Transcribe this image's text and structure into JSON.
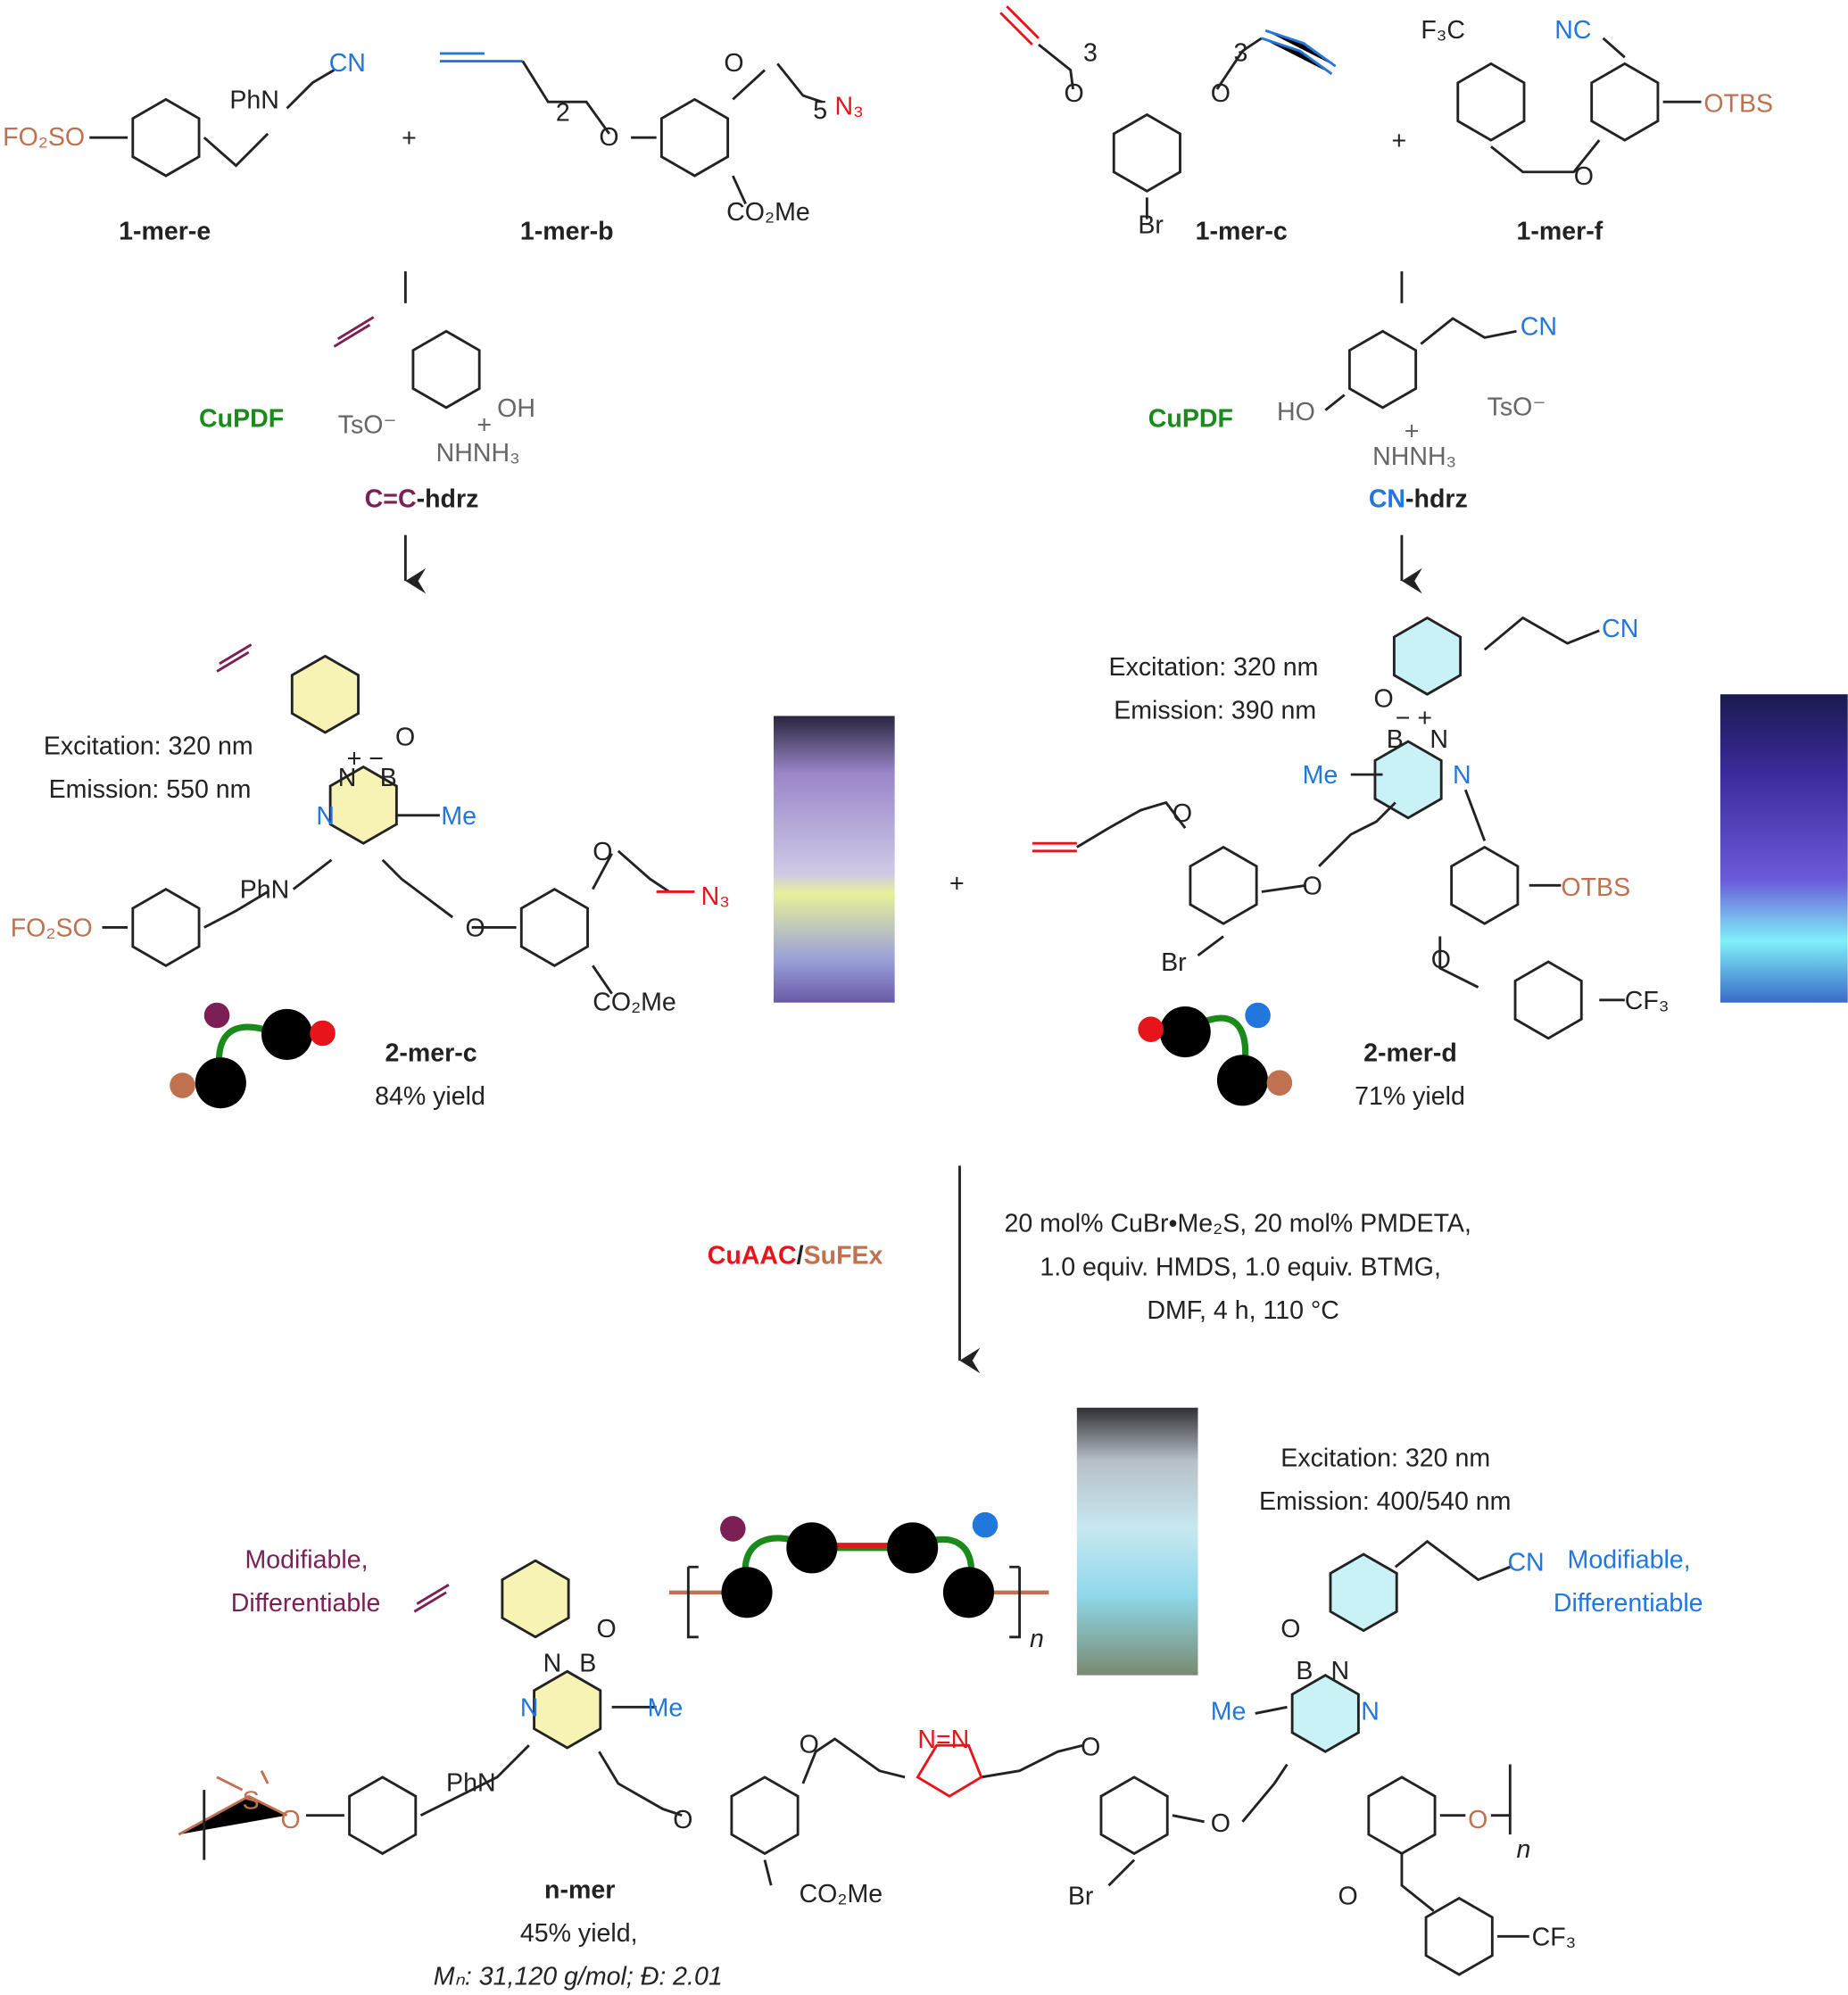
{
  "colors": {
    "sufex": "#c0714f",
    "cn": "#2277dd",
    "cuaac": "#e8141b",
    "cupdf": "#1a8a1a",
    "alkene": "#7b1f54",
    "yellow_ring": "#f6f3b5",
    "cyan_ring": "#c8f2f5"
  },
  "top_left": {
    "mer_e": "1-mer-e",
    "mer_b": "1-mer-b",
    "plus": "+",
    "fo2so": "FO₂SO",
    "phn": "PhN",
    "cn": "CN",
    "n3": "N₃",
    "sub2": "2",
    "sub5": "5",
    "co2me": "CO₂Me",
    "o": "O"
  },
  "top_right": {
    "mer_c": "1-mer-c",
    "mer_f": "1-mer-f",
    "plus": "+",
    "br": "Br",
    "f3c": "F₃C",
    "nc": "NC",
    "otbs": "OTBS",
    "sub3": "3",
    "o": "O"
  },
  "reagent_left": {
    "cupdf": "CuPDF",
    "tso": "TsO⁻",
    "oh": "OH",
    "plus": "+",
    "nhnh3": "NHNH₃",
    "name_colored": "C=C",
    "name_rest": "-hdrz"
  },
  "reagent_right": {
    "cupdf": "CuPDF",
    "ho": "HO",
    "tso": "TsO⁻",
    "cn": "CN",
    "plus": "+",
    "nhnh3": "NHNH₃",
    "name_colored": "CN",
    "name_rest": "-hdrz"
  },
  "product_c": {
    "excitation": "Excitation: 320 nm",
    "emission": "Emission: 550 nm",
    "name": "2-mer-c",
    "yield": "84% yield",
    "fo2so": "FO₂SO",
    "phn": "PhN",
    "me": "Me",
    "n": "N",
    "b": "B",
    "o": "O",
    "n3": "N₃",
    "co2me": "CO₂Me",
    "charges": "+  −"
  },
  "plus_mid": "+",
  "product_d": {
    "excitation": "Excitation: 320 nm",
    "emission": "Emission: 390 nm",
    "name": "2-mer-d",
    "yield": "71% yield",
    "cn": "CN",
    "me": "Me",
    "n": "N",
    "b": "B",
    "o": "O",
    "otbs": "OTBS",
    "br": "Br",
    "cf3": "CF₃",
    "charges": "−  +"
  },
  "conditions": {
    "cuaac": "CuAAC",
    "slash": "/",
    "sufex": "SuFEx",
    "line1": "20 mol% CuBr•Me₂S, 20 mol% PMDETA,",
    "line2": "1.0 equiv. HMDS, 1.0 equiv. BTMG,",
    "line3": "DMF, 4 h, 110 °C"
  },
  "polymer": {
    "excitation": "Excitation: 320 nm",
    "emission": "Emission: 400/540 nm",
    "modifiable_left": "Modifiable,",
    "differentiable_left": "Differentiable",
    "modifiable_right": "Modifiable,",
    "differentiable_right": "Differentiable",
    "n_sub": "n",
    "name": "n-mer",
    "yield": "45% yield,",
    "mn": "Mₙ: 31,120 g/mol; Đ: 2.01",
    "phn": "PhN",
    "me_left": "Me",
    "me_right": "Me",
    "co2me": "CO₂Me",
    "br": "Br",
    "cf3": "CF₃",
    "cn": "CN",
    "triazole": "N=N",
    "o": "O",
    "s": "S"
  }
}
